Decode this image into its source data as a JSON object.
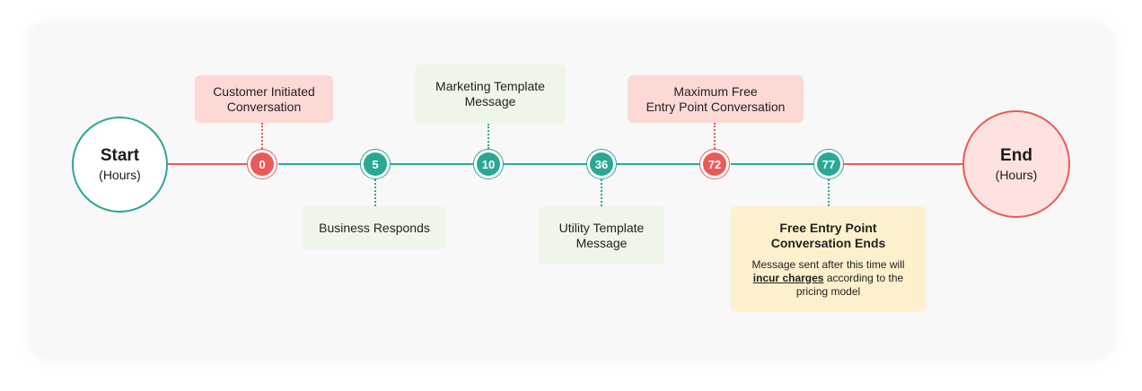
{
  "start": {
    "title": "Start",
    "subtitle": "(Hours)"
  },
  "end": {
    "title": "End",
    "subtitle": "(Hours)"
  },
  "nodes": [
    "0",
    "5",
    "10",
    "36",
    "72",
    "77"
  ],
  "events": {
    "customer_initiated": "Customer Initiated\nConversation",
    "business_responds": "Business Responds",
    "marketing_template": "Marketing Template\nMessage",
    "utility_template": "Utility Template\nMessage",
    "max_free_entry": "Maximum Free\nEntry Point Conversation",
    "free_entry_ends": {
      "title": "Free Entry Point\nConversation Ends",
      "desc_before": "Message sent after this time will",
      "desc_emphasis": "incur charges",
      "desc_after": " according to the\npricing model"
    }
  },
  "colors": {
    "red": "#ea5a57",
    "teal": "#2aa893",
    "pink_box": "#fdd9d6",
    "green_box": "#eef6ea",
    "yellow_box": "#fdf0cc",
    "end_fill": "#fde2df"
  }
}
